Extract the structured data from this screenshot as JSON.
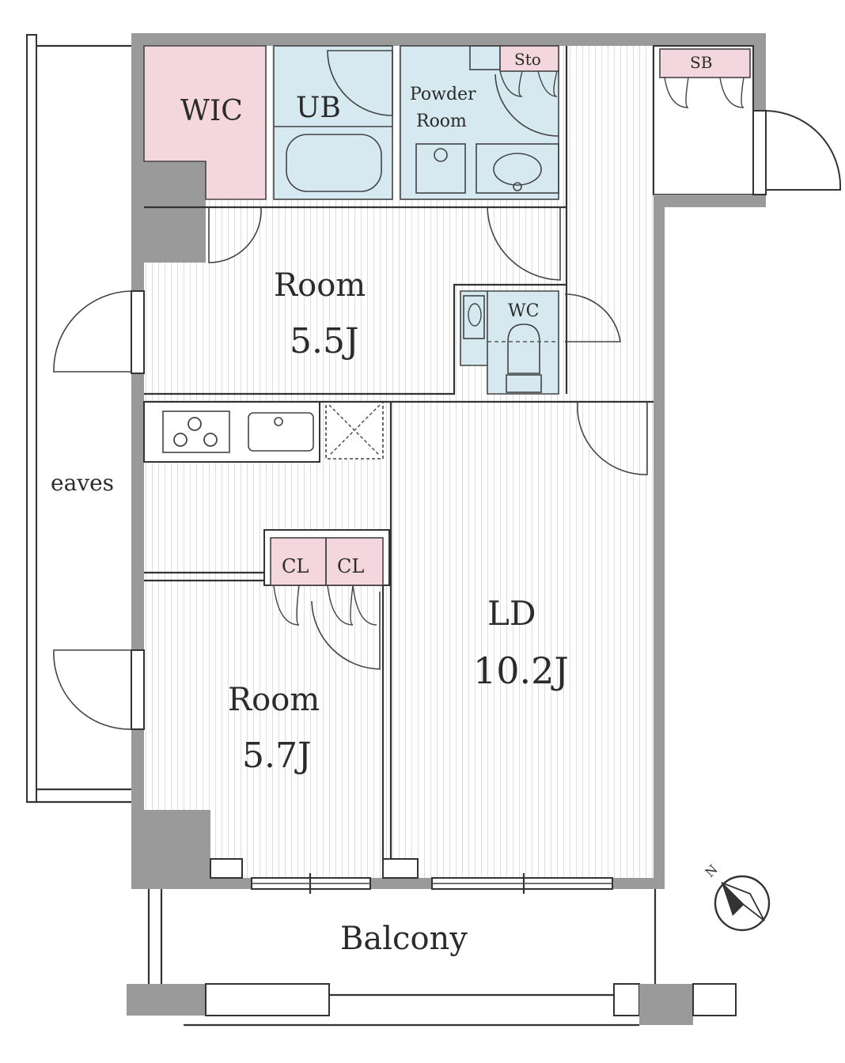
{
  "rooms": {
    "wic": "WIC",
    "ub": "UB",
    "powder_line1": "Powder",
    "powder_line2": "Room",
    "sto": "Sto",
    "sb": "SB",
    "wc": "WC",
    "room_north_name": "Room",
    "room_north_size": "5.5J",
    "room_south_name": "Room",
    "room_south_size": "5.7J",
    "ld_name": "LD",
    "ld_size": "10.2J",
    "cl_left": "CL",
    "cl_right": "CL"
  },
  "exterior": {
    "eaves": "eaves",
    "balcony": "Balcony",
    "compass_letter": "N"
  },
  "colors": {
    "storage_fill": "#f4d6de",
    "wet_area_fill": "#d6e9f1",
    "wall_fill": "#9a9a9a"
  }
}
